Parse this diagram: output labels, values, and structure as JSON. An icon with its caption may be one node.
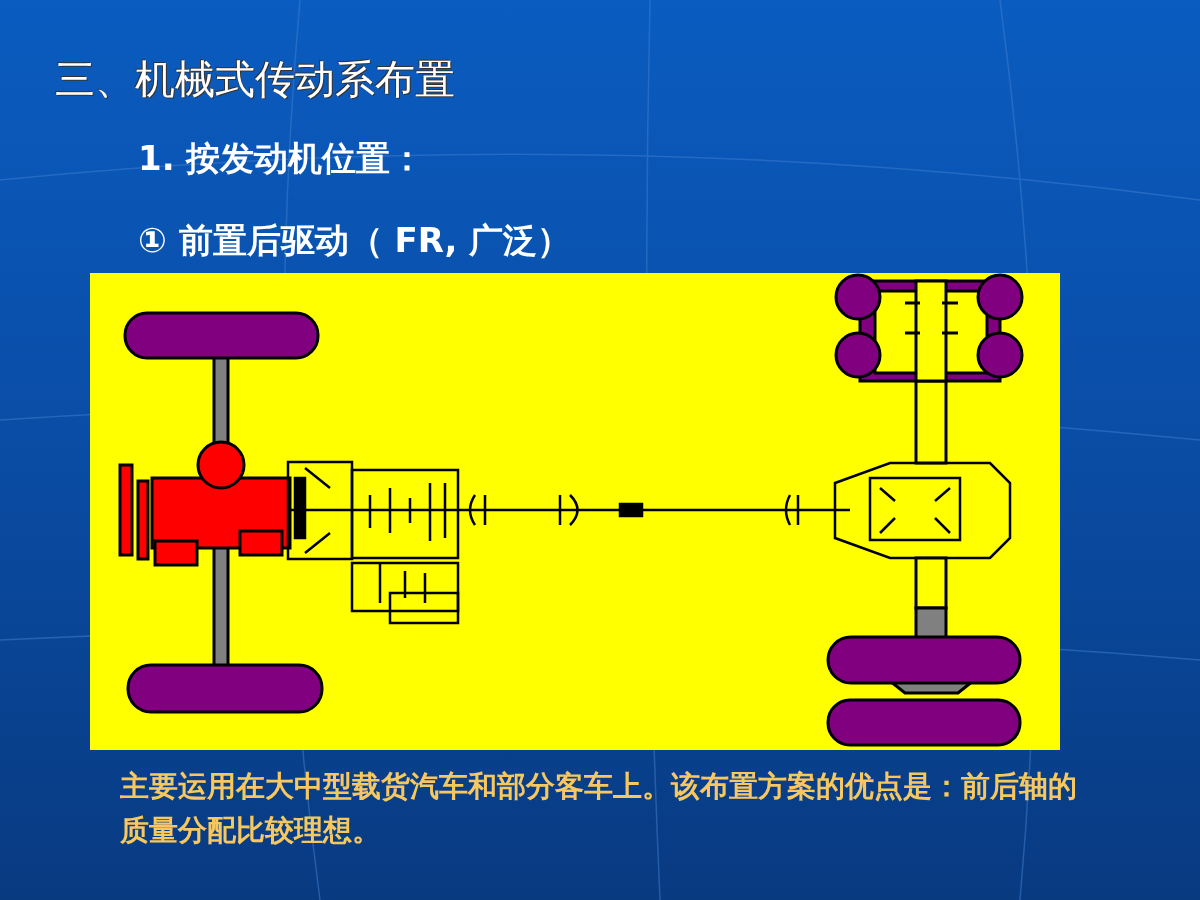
{
  "diagram": {
    "title": "三、机械式传动系布置",
    "labels": [
      "1. 按发动机位置：",
      "① 前置后驱动（ FR, 广泛）"
    ],
    "caption": "主要运用在大中型载货汽车和部分客车上。该布置方案的优点是：前后轴的质量分配比较理想。"
  }
}
